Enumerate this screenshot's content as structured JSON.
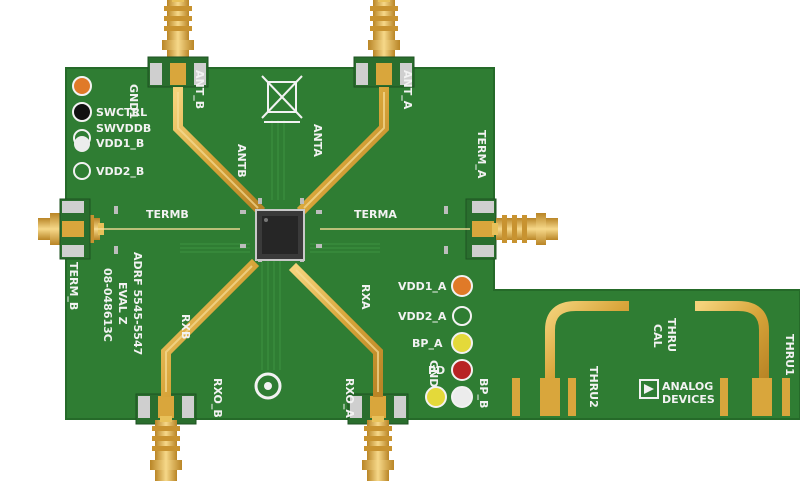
{
  "board": {
    "labels": {
      "gnd1": "GND1",
      "ant_b": "ANT_B",
      "ant_a": "ANT_A",
      "swctrl": "SWCTRL",
      "swvddb": "SWVDDB",
      "vdd1_b": "VDD1_B",
      "vdd2_b": "VDD2_B",
      "antb_trace": "ANTB",
      "anta_trace": "ANTA",
      "term_a": "TERM_A",
      "termb_trace": "TERMB",
      "terma_trace": "TERMA",
      "term_b": "TERM_B",
      "part_line1": "ADRF 5545-5547",
      "part_line2": "EVAL Z",
      "part_line3": "08-048613C",
      "rxb_trace": "RXB",
      "rxa_trace": "RXA",
      "vdd1_a": "VDD1_A",
      "vdd2_a": "VDD2_A",
      "bp_a": "BP_A",
      "pd": "PD",
      "gnd": "GND",
      "bp_b": "BP_B",
      "rxo_b": "RXO_B",
      "rxo_a": "RXO_A",
      "thru_cal_1": "THRU",
      "thru_cal_2": "CAL",
      "thru1": "THRU1",
      "thru2": "THRU2",
      "logo_line1": "ANALOG",
      "logo_line2": "DEVICES"
    },
    "colors": {
      "pcb": "#2f7d33",
      "pcb_edge": "#256a29",
      "gold": "#d8a53a",
      "silkscreen": "#f2f2f2"
    }
  }
}
